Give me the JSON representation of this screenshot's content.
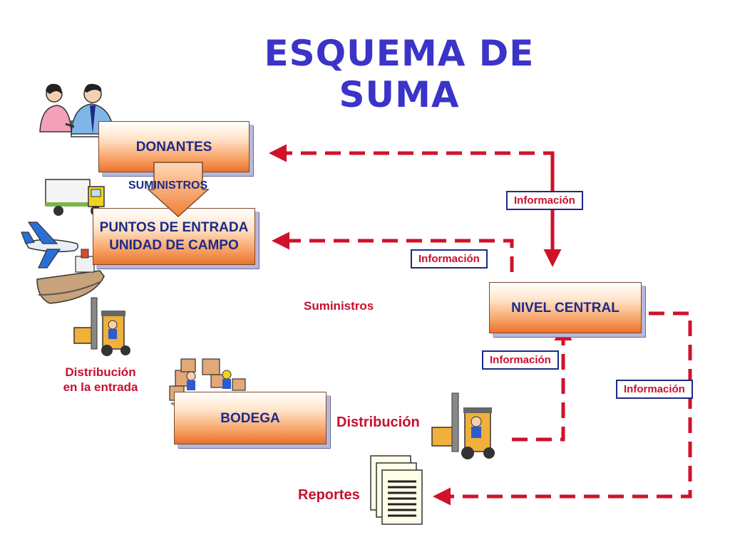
{
  "title": "ESQUEMA DE SUMA",
  "boxes": {
    "donantes": "DONANTES",
    "puntos_line1": "PUNTOS DE ENTRADA",
    "puntos_line2": "UNIDAD DE CAMPO",
    "nivel_central": "NIVEL CENTRAL",
    "bodega": "BODEGA"
  },
  "labels": {
    "suministros_caps": "SUMINISTROS",
    "suministros": "Suministros",
    "distribucion_line1": "Distribución",
    "distribucion_line2": "en la entrada",
    "distribucion": "Distribución",
    "reportes": "Reportes"
  },
  "info_boxes": {
    "info_1": "Información",
    "info_2": "Información",
    "info_3": "Información",
    "info_4": "Información"
  },
  "colors": {
    "title": "#3a34c8",
    "box_text": "#1d2a86",
    "label_red": "#c8102e",
    "arrow_red": "#d0112b",
    "box_orange": "#f7a063"
  },
  "icons": [
    "people-meeting-icon",
    "truck-icon",
    "airplane-icon",
    "ship-icon",
    "forklift-icon",
    "warehouse-workers-icon",
    "documents-icon"
  ]
}
